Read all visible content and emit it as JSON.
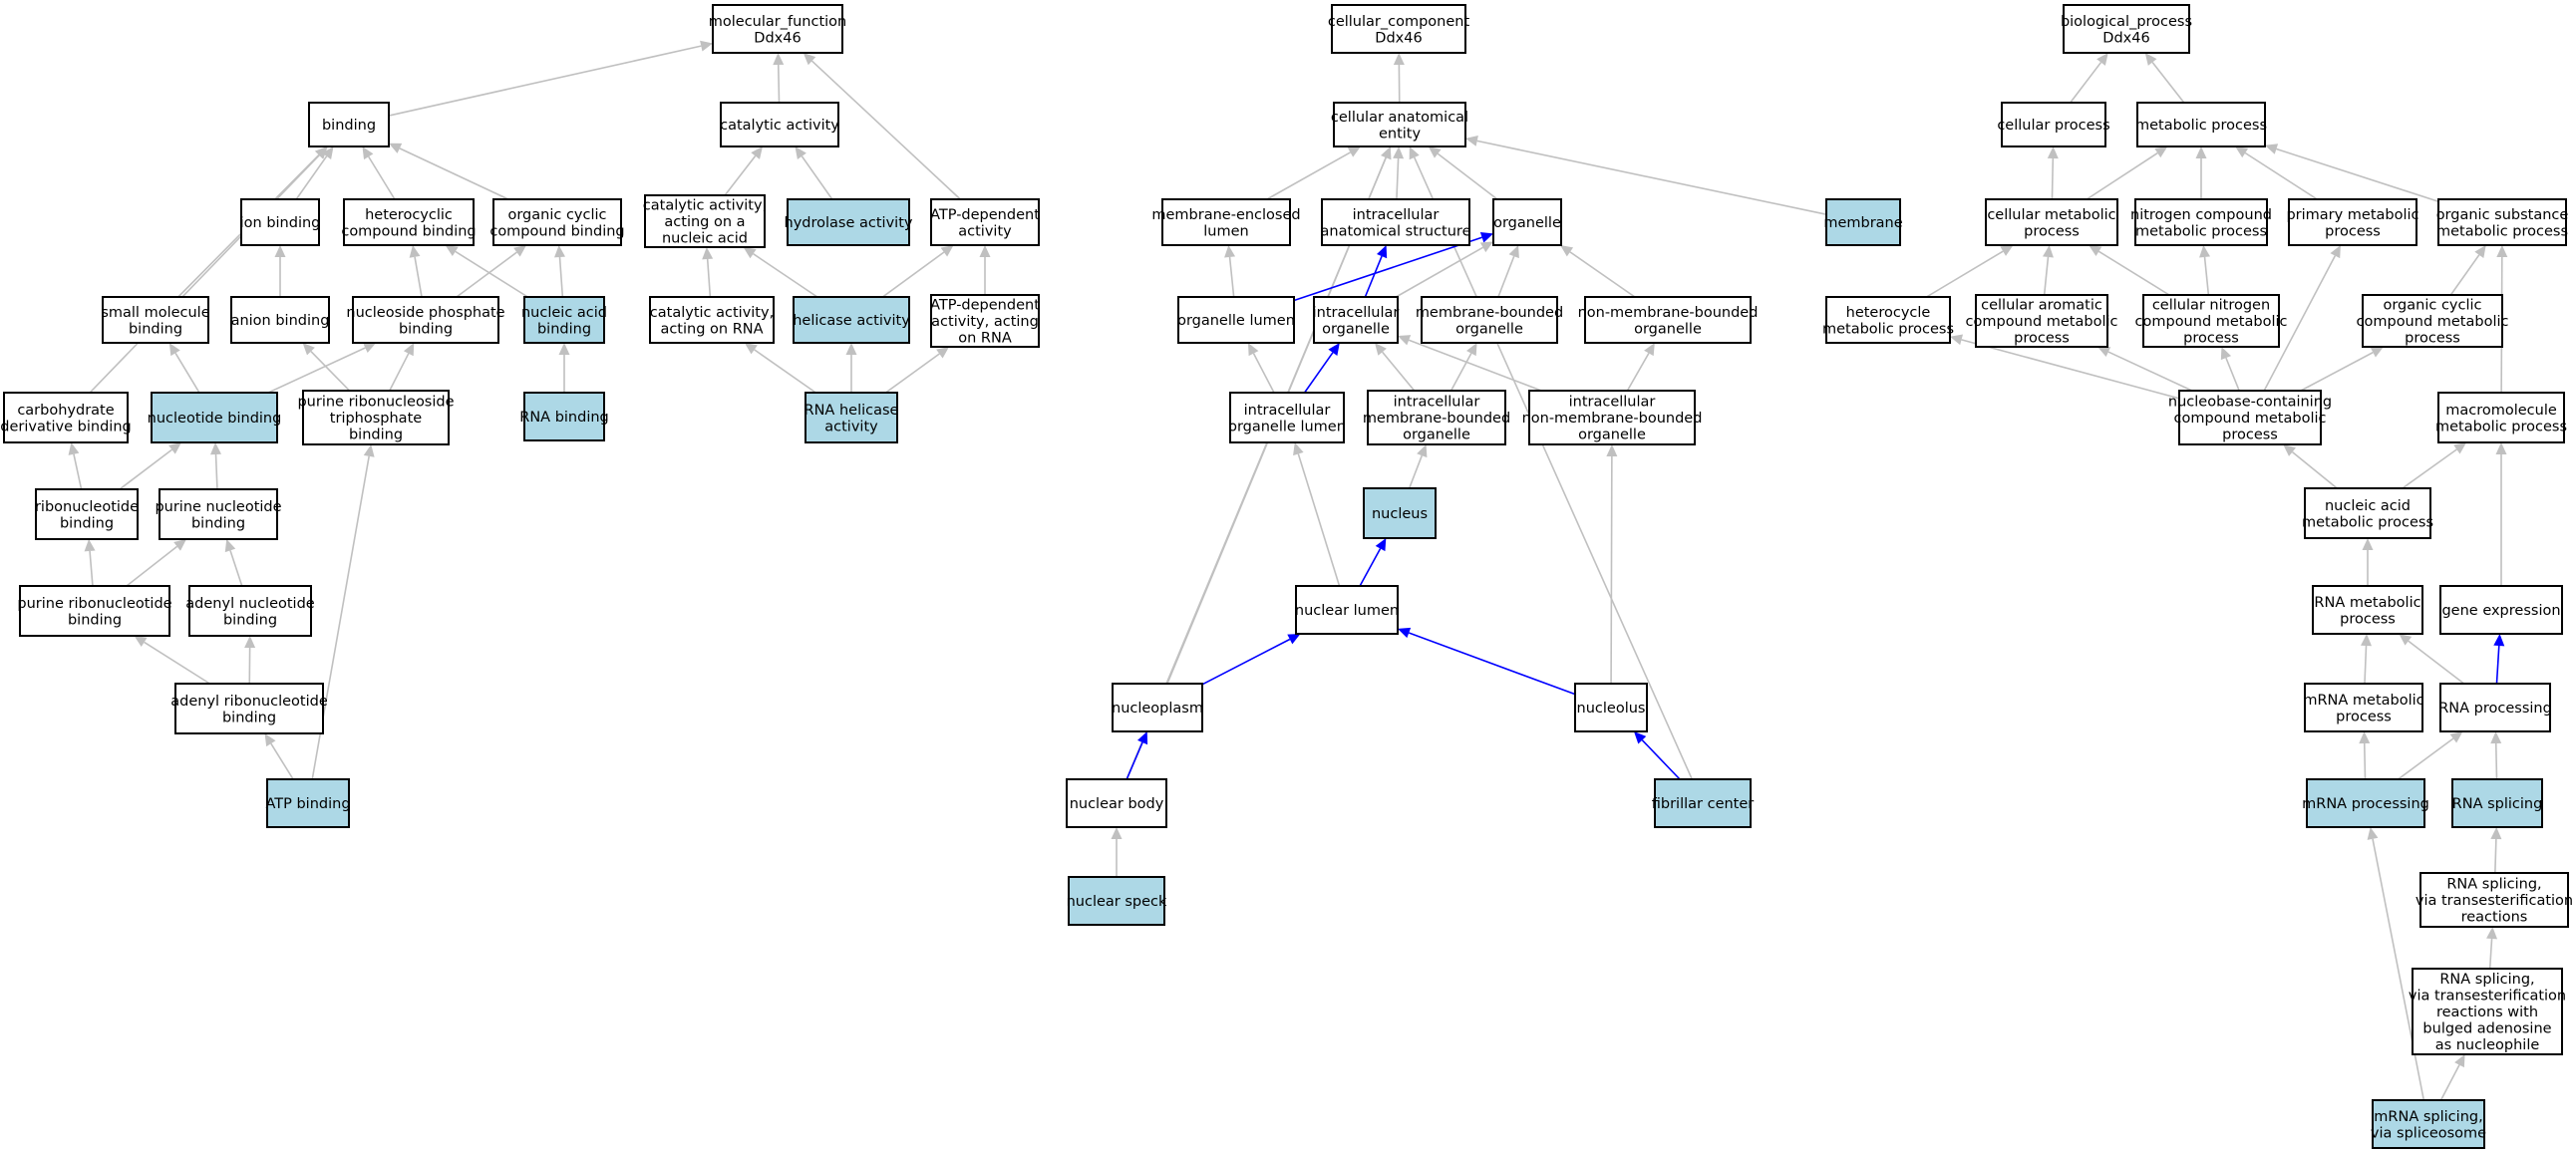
{
  "colors": {
    "plain_fill": "#ffffff",
    "annotated_fill": "#add8e6",
    "grey_edge": "#c0c0c0",
    "blue_edge": "#0000ff"
  },
  "nodes": [
    {
      "id": "mf",
      "lines": [
        "molecular_function",
        "Ddx46"
      ],
      "annotated": false
    },
    {
      "id": "binding",
      "lines": [
        "binding"
      ],
      "annotated": false
    },
    {
      "id": "catalytic",
      "lines": [
        "catalytic activity"
      ],
      "annotated": false
    },
    {
      "id": "ion_binding",
      "lines": [
        "ion binding"
      ],
      "annotated": false
    },
    {
      "id": "heterocyclic_binding",
      "lines": [
        "heterocyclic",
        "compound binding"
      ],
      "annotated": false
    },
    {
      "id": "organic_cyclic_binding",
      "lines": [
        "organic cyclic",
        "compound binding"
      ],
      "annotated": false
    },
    {
      "id": "cat_nucleic",
      "lines": [
        "catalytic activity,",
        "acting on a",
        "nucleic acid"
      ],
      "annotated": false
    },
    {
      "id": "hydrolase",
      "lines": [
        "hydrolase activity"
      ],
      "annotated": true
    },
    {
      "id": "atp_dependent",
      "lines": [
        "ATP-dependent",
        "activity"
      ],
      "annotated": false
    },
    {
      "id": "small_molecule",
      "lines": [
        "small molecule",
        "binding"
      ],
      "annotated": false
    },
    {
      "id": "anion_binding",
      "lines": [
        "anion binding"
      ],
      "annotated": false
    },
    {
      "id": "nucleoside_phosphate",
      "lines": [
        "nucleoside phosphate",
        "binding"
      ],
      "annotated": false
    },
    {
      "id": "nucleic_acid_binding",
      "lines": [
        "nucleic acid",
        "binding"
      ],
      "annotated": true
    },
    {
      "id": "cat_rna",
      "lines": [
        "catalytic activity,",
        "acting on RNA"
      ],
      "annotated": false
    },
    {
      "id": "helicase",
      "lines": [
        "helicase activity"
      ],
      "annotated": true
    },
    {
      "id": "atp_dep_rna",
      "lines": [
        "ATP-dependent",
        "activity, acting",
        "on RNA"
      ],
      "annotated": false
    },
    {
      "id": "carbohydrate",
      "lines": [
        "carbohydrate",
        "derivative binding"
      ],
      "annotated": false
    },
    {
      "id": "nucleotide_binding",
      "lines": [
        "nucleotide binding"
      ],
      "annotated": true
    },
    {
      "id": "purine_rnt_triphosphate",
      "lines": [
        "purine ribonucleoside",
        "triphosphate",
        "binding"
      ],
      "annotated": false
    },
    {
      "id": "rna_binding",
      "lines": [
        "RNA binding"
      ],
      "annotated": true
    },
    {
      "id": "rna_helicase",
      "lines": [
        "RNA helicase",
        "activity"
      ],
      "annotated": true
    },
    {
      "id": "ribonucleotide",
      "lines": [
        "ribonucleotide",
        "binding"
      ],
      "annotated": false
    },
    {
      "id": "purine_nucleotide",
      "lines": [
        "purine nucleotide",
        "binding"
      ],
      "annotated": false
    },
    {
      "id": "purine_ribonucleotide",
      "lines": [
        "purine ribonucleotide",
        "binding"
      ],
      "annotated": false
    },
    {
      "id": "adenyl_nucleotide",
      "lines": [
        "adenyl nucleotide",
        "binding"
      ],
      "annotated": false
    },
    {
      "id": "adenyl_ribonucleotide",
      "lines": [
        "adenyl ribonucleotide",
        "binding"
      ],
      "annotated": false
    },
    {
      "id": "atp_binding",
      "lines": [
        "ATP binding"
      ],
      "annotated": true
    },
    {
      "id": "cc",
      "lines": [
        "cellular_component",
        "Ddx46"
      ],
      "annotated": false
    },
    {
      "id": "cae",
      "lines": [
        "cellular anatomical",
        "entity"
      ],
      "annotated": false
    },
    {
      "id": "membrane_enclosed",
      "lines": [
        "membrane-enclosed",
        "lumen"
      ],
      "annotated": false
    },
    {
      "id": "intracellular_structure",
      "lines": [
        "intracellular",
        "anatomical structure"
      ],
      "annotated": false
    },
    {
      "id": "organelle",
      "lines": [
        "organelle"
      ],
      "annotated": false
    },
    {
      "id": "membrane",
      "lines": [
        "membrane"
      ],
      "annotated": true
    },
    {
      "id": "organelle_lumen",
      "lines": [
        "organelle lumen"
      ],
      "annotated": false
    },
    {
      "id": "intracellular_organelle",
      "lines": [
        "intracellular",
        "organelle"
      ],
      "annotated": false
    },
    {
      "id": "membrane_bounded",
      "lines": [
        "membrane-bounded",
        "organelle"
      ],
      "annotated": false
    },
    {
      "id": "non_membrane_bounded",
      "lines": [
        "non-membrane-bounded",
        "organelle"
      ],
      "annotated": false
    },
    {
      "id": "ic_organelle_lumen",
      "lines": [
        "intracellular",
        "organelle lumen"
      ],
      "annotated": false
    },
    {
      "id": "ic_membrane_bounded",
      "lines": [
        "intracellular",
        "membrane-bounded",
        "organelle"
      ],
      "annotated": false
    },
    {
      "id": "ic_non_membrane_bounded",
      "lines": [
        "intracellular",
        "non-membrane-bounded",
        "organelle"
      ],
      "annotated": false
    },
    {
      "id": "nucleus",
      "lines": [
        "nucleus"
      ],
      "annotated": true
    },
    {
      "id": "nuclear_lumen",
      "lines": [
        "nuclear lumen"
      ],
      "annotated": false
    },
    {
      "id": "nucleoplasm",
      "lines": [
        "nucleoplasm"
      ],
      "annotated": false
    },
    {
      "id": "nucleolus",
      "lines": [
        "nucleolus"
      ],
      "annotated": false
    },
    {
      "id": "nuclear_body",
      "lines": [
        "nuclear body"
      ],
      "annotated": false
    },
    {
      "id": "fibrillar_center",
      "lines": [
        "fibrillar center"
      ],
      "annotated": true
    },
    {
      "id": "nuclear_speck",
      "lines": [
        "nuclear speck"
      ],
      "annotated": true
    },
    {
      "id": "bp",
      "lines": [
        "biological_process",
        "Ddx46"
      ],
      "annotated": false
    },
    {
      "id": "cellular_process",
      "lines": [
        "cellular process"
      ],
      "annotated": false
    },
    {
      "id": "metabolic_process",
      "lines": [
        "metabolic process"
      ],
      "annotated": false
    },
    {
      "id": "cellular_metabolic",
      "lines": [
        "cellular metabolic",
        "process"
      ],
      "annotated": false
    },
    {
      "id": "nitrogen_compound",
      "lines": [
        "nitrogen compound",
        "metabolic process"
      ],
      "annotated": false
    },
    {
      "id": "primary_metabolic",
      "lines": [
        "primary metabolic",
        "process"
      ],
      "annotated": false
    },
    {
      "id": "organic_substance",
      "lines": [
        "organic substance",
        "metabolic process"
      ],
      "annotated": false
    },
    {
      "id": "heterocycle",
      "lines": [
        "heterocycle",
        "metabolic process"
      ],
      "annotated": false
    },
    {
      "id": "cellular_aromatic",
      "lines": [
        "cellular aromatic",
        "compound metabolic",
        "process"
      ],
      "annotated": false
    },
    {
      "id": "cellular_nitrogen",
      "lines": [
        "cellular nitrogen",
        "compound metabolic",
        "process"
      ],
      "annotated": false
    },
    {
      "id": "organic_cyclic_mp",
      "lines": [
        "organic cyclic",
        "compound metabolic",
        "process"
      ],
      "annotated": false
    },
    {
      "id": "nucleobase",
      "lines": [
        "nucleobase-containing",
        "compound metabolic",
        "process"
      ],
      "annotated": false
    },
    {
      "id": "macromolecule",
      "lines": [
        "macromolecule",
        "metabolic process"
      ],
      "annotated": false
    },
    {
      "id": "nucleic_acid_mp",
      "lines": [
        "nucleic acid",
        "metabolic process"
      ],
      "annotated": false
    },
    {
      "id": "rna_metabolic",
      "lines": [
        "RNA metabolic",
        "process"
      ],
      "annotated": false
    },
    {
      "id": "gene_expression",
      "lines": [
        "gene expression"
      ],
      "annotated": false
    },
    {
      "id": "mrna_metabolic",
      "lines": [
        "mRNA metabolic",
        "process"
      ],
      "annotated": false
    },
    {
      "id": "rna_processing",
      "lines": [
        "RNA processing"
      ],
      "annotated": false
    },
    {
      "id": "mrna_processing",
      "lines": [
        "mRNA processing"
      ],
      "annotated": true
    },
    {
      "id": "rna_splicing",
      "lines": [
        "RNA splicing"
      ],
      "annotated": true
    },
    {
      "id": "rna_splicing_trans",
      "lines": [
        "RNA splicing,",
        "via transesterification",
        "reactions"
      ],
      "annotated": false
    },
    {
      "id": "rna_splicing_bulged",
      "lines": [
        "RNA splicing,",
        "via transesterification",
        "reactions with",
        "bulged adenosine",
        "as nucleophile"
      ],
      "annotated": false
    },
    {
      "id": "mrna_splicing",
      "lines": [
        "mRNA splicing,",
        "via spliceosome"
      ],
      "annotated": true
    }
  ],
  "edges": [
    {
      "from": "binding",
      "to": "mf",
      "highlight": false
    },
    {
      "from": "catalytic",
      "to": "mf",
      "highlight": false
    },
    {
      "from": "atp_dependent",
      "to": "mf",
      "highlight": false
    },
    {
      "from": "ion_binding",
      "to": "binding",
      "highlight": false
    },
    {
      "from": "heterocyclic_binding",
      "to": "binding",
      "highlight": false
    },
    {
      "from": "organic_cyclic_binding",
      "to": "binding",
      "highlight": false
    },
    {
      "from": "small_molecule",
      "to": "binding",
      "highlight": false
    },
    {
      "from": "carbohydrate",
      "to": "binding",
      "highlight": false
    },
    {
      "from": "cat_nucleic",
      "to": "catalytic",
      "highlight": false
    },
    {
      "from": "hydrolase",
      "to": "catalytic",
      "highlight": false
    },
    {
      "from": "anion_binding",
      "to": "ion_binding",
      "highlight": false
    },
    {
      "from": "nucleoside_phosphate",
      "to": "heterocyclic_binding",
      "highlight": false
    },
    {
      "from": "nucleoside_phosphate",
      "to": "organic_cyclic_binding",
      "highlight": false
    },
    {
      "from": "nucleic_acid_binding",
      "to": "heterocyclic_binding",
      "highlight": false
    },
    {
      "from": "nucleic_acid_binding",
      "to": "organic_cyclic_binding",
      "highlight": false
    },
    {
      "from": "cat_rna",
      "to": "cat_nucleic",
      "highlight": false
    },
    {
      "from": "helicase",
      "to": "cat_nucleic",
      "highlight": false
    },
    {
      "from": "helicase",
      "to": "atp_dependent",
      "highlight": false
    },
    {
      "from": "atp_dep_rna",
      "to": "atp_dependent",
      "highlight": false
    },
    {
      "from": "nucleotide_binding",
      "to": "small_molecule",
      "highlight": false
    },
    {
      "from": "nucleotide_binding",
      "to": "nucleoside_phosphate",
      "highlight": false
    },
    {
      "from": "purine_rnt_triphosphate",
      "to": "anion_binding",
      "highlight": false
    },
    {
      "from": "purine_rnt_triphosphate",
      "to": "nucleoside_phosphate",
      "highlight": false
    },
    {
      "from": "rna_binding",
      "to": "nucleic_acid_binding",
      "highlight": false
    },
    {
      "from": "rna_helicase",
      "to": "cat_rna",
      "highlight": false
    },
    {
      "from": "rna_helicase",
      "to": "helicase",
      "highlight": false
    },
    {
      "from": "rna_helicase",
      "to": "atp_dep_rna",
      "highlight": false
    },
    {
      "from": "ribonucleotide",
      "to": "carbohydrate",
      "highlight": false
    },
    {
      "from": "ribonucleotide",
      "to": "nucleotide_binding",
      "highlight": false
    },
    {
      "from": "purine_nucleotide",
      "to": "nucleotide_binding",
      "highlight": false
    },
    {
      "from": "purine_ribonucleotide",
      "to": "ribonucleotide",
      "highlight": false
    },
    {
      "from": "purine_ribonucleotide",
      "to": "purine_nucleotide",
      "highlight": false
    },
    {
      "from": "adenyl_nucleotide",
      "to": "purine_nucleotide",
      "highlight": false
    },
    {
      "from": "adenyl_ribonucleotide",
      "to": "purine_ribonucleotide",
      "highlight": false
    },
    {
      "from": "adenyl_ribonucleotide",
      "to": "adenyl_nucleotide",
      "highlight": false
    },
    {
      "from": "atp_binding",
      "to": "adenyl_ribonucleotide",
      "highlight": false
    },
    {
      "from": "atp_binding",
      "to": "purine_rnt_triphosphate",
      "highlight": false
    },
    {
      "from": "cae",
      "to": "cc",
      "highlight": false
    },
    {
      "from": "membrane_enclosed",
      "to": "cae",
      "highlight": false
    },
    {
      "from": "intracellular_structure",
      "to": "cae",
      "highlight": false
    },
    {
      "from": "organelle",
      "to": "cae",
      "highlight": false
    },
    {
      "from": "membrane",
      "to": "cae",
      "highlight": false
    },
    {
      "from": "nucleoplasm",
      "to": "cae",
      "highlight": false
    },
    {
      "from": "nuclear_body",
      "to": "cae",
      "highlight": false
    },
    {
      "from": "fibrillar_center",
      "to": "cae",
      "highlight": false
    },
    {
      "from": "organelle_lumen",
      "to": "membrane_enclosed",
      "highlight": false
    },
    {
      "from": "organelle_lumen",
      "to": "organelle",
      "highlight": true
    },
    {
      "from": "intracellular_organelle",
      "to": "intracellular_structure",
      "highlight": true
    },
    {
      "from": "intracellular_organelle",
      "to": "organelle",
      "highlight": false
    },
    {
      "from": "membrane_bounded",
      "to": "organelle",
      "highlight": false
    },
    {
      "from": "non_membrane_bounded",
      "to": "organelle",
      "highlight": false
    },
    {
      "from": "ic_organelle_lumen",
      "to": "organelle_lumen",
      "highlight": false
    },
    {
      "from": "ic_organelle_lumen",
      "to": "intracellular_organelle",
      "highlight": true
    },
    {
      "from": "ic_membrane_bounded",
      "to": "intracellular_organelle",
      "highlight": false
    },
    {
      "from": "ic_membrane_bounded",
      "to": "membrane_bounded",
      "highlight": false
    },
    {
      "from": "ic_non_membrane_bounded",
      "to": "intracellular_organelle",
      "highlight": false
    },
    {
      "from": "ic_non_membrane_bounded",
      "to": "non_membrane_bounded",
      "highlight": false
    },
    {
      "from": "nucleus",
      "to": "ic_membrane_bounded",
      "highlight": false
    },
    {
      "from": "nuclear_lumen",
      "to": "ic_organelle_lumen",
      "highlight": false
    },
    {
      "from": "nuclear_lumen",
      "to": "nucleus",
      "highlight": true
    },
    {
      "from": "nucleoplasm",
      "to": "nuclear_lumen",
      "highlight": true
    },
    {
      "from": "nucleolus",
      "to": "nuclear_lumen",
      "highlight": true
    },
    {
      "from": "nucleolus",
      "to": "ic_non_membrane_bounded",
      "highlight": false
    },
    {
      "from": "nuclear_body",
      "to": "nucleoplasm",
      "highlight": true
    },
    {
      "from": "fibrillar_center",
      "to": "nucleolus",
      "highlight": true
    },
    {
      "from": "nuclear_speck",
      "to": "nuclear_body",
      "highlight": false
    },
    {
      "from": "cellular_process",
      "to": "bp",
      "highlight": false
    },
    {
      "from": "metabolic_process",
      "to": "bp",
      "highlight": false
    },
    {
      "from": "cellular_metabolic",
      "to": "cellular_process",
      "highlight": false
    },
    {
      "from": "cellular_metabolic",
      "to": "metabolic_process",
      "highlight": false
    },
    {
      "from": "nitrogen_compound",
      "to": "metabolic_process",
      "highlight": false
    },
    {
      "from": "primary_metabolic",
      "to": "metabolic_process",
      "highlight": false
    },
    {
      "from": "organic_substance",
      "to": "metabolic_process",
      "highlight": false
    },
    {
      "from": "heterocycle",
      "to": "cellular_metabolic",
      "highlight": false
    },
    {
      "from": "cellular_aromatic",
      "to": "cellular_metabolic",
      "highlight": false
    },
    {
      "from": "cellular_nitrogen",
      "to": "cellular_metabolic",
      "highlight": false
    },
    {
      "from": "cellular_nitrogen",
      "to": "nitrogen_compound",
      "highlight": false
    },
    {
      "from": "organic_cyclic_mp",
      "to": "organic_substance",
      "highlight": false
    },
    {
      "from": "nucleobase",
      "to": "heterocycle",
      "highlight": false
    },
    {
      "from": "nucleobase",
      "to": "cellular_aromatic",
      "highlight": false
    },
    {
      "from": "nucleobase",
      "to": "cellular_nitrogen",
      "highlight": false
    },
    {
      "from": "nucleobase",
      "to": "organic_cyclic_mp",
      "highlight": false
    },
    {
      "from": "nucleobase",
      "to": "primary_metabolic",
      "highlight": false
    },
    {
      "from": "macromolecule",
      "to": "organic_substance",
      "highlight": false
    },
    {
      "from": "nucleic_acid_mp",
      "to": "nucleobase",
      "highlight": false
    },
    {
      "from": "nucleic_acid_mp",
      "to": "macromolecule",
      "highlight": false
    },
    {
      "from": "rna_metabolic",
      "to": "nucleic_acid_mp",
      "highlight": false
    },
    {
      "from": "gene_expression",
      "to": "macromolecule",
      "highlight": false
    },
    {
      "from": "mrna_metabolic",
      "to": "rna_metabolic",
      "highlight": false
    },
    {
      "from": "rna_processing",
      "to": "rna_metabolic",
      "highlight": false
    },
    {
      "from": "rna_processing",
      "to": "gene_expression",
      "highlight": true
    },
    {
      "from": "mrna_processing",
      "to": "mrna_metabolic",
      "highlight": false
    },
    {
      "from": "mrna_processing",
      "to": "rna_processing",
      "highlight": false
    },
    {
      "from": "rna_splicing",
      "to": "rna_processing",
      "highlight": false
    },
    {
      "from": "rna_splicing_trans",
      "to": "rna_splicing",
      "highlight": false
    },
    {
      "from": "rna_splicing_bulged",
      "to": "rna_splicing_trans",
      "highlight": false
    },
    {
      "from": "mrna_splicing",
      "to": "rna_splicing_bulged",
      "highlight": false
    },
    {
      "from": "mrna_splicing",
      "to": "mrna_processing",
      "highlight": false
    }
  ]
}
